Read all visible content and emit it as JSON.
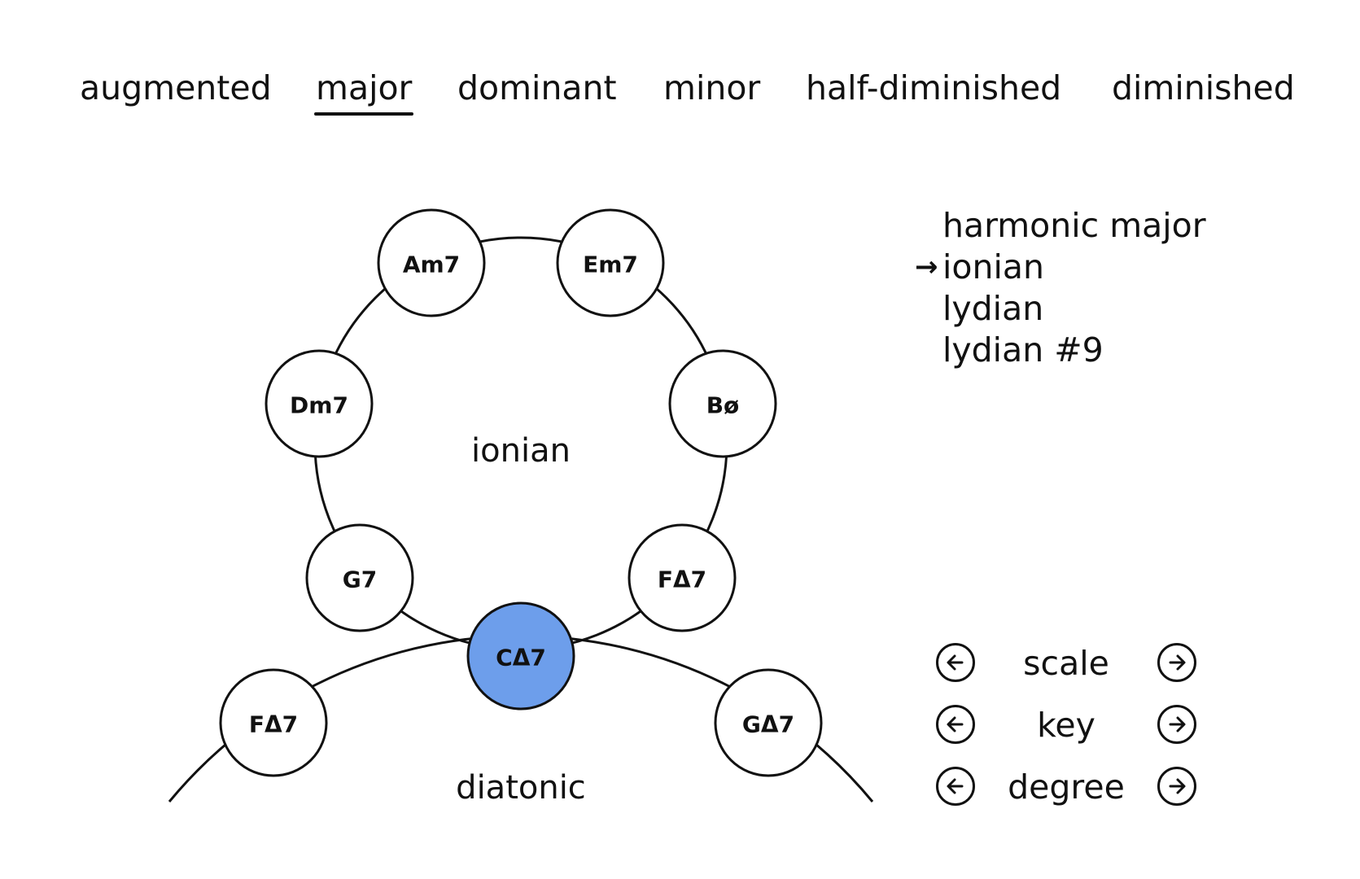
{
  "tabs": [
    {
      "label": "augmented",
      "active": false
    },
    {
      "label": "major",
      "active": true
    },
    {
      "label": "dominant",
      "active": false
    },
    {
      "label": "minor",
      "active": false
    },
    {
      "label": "half-diminished",
      "active": false
    },
    {
      "label": "diminished",
      "active": false
    }
  ],
  "wheel": {
    "mode_label": "ionian",
    "mode_nodes": [
      "Am7",
      "Em7",
      "Bø",
      "FΔ7",
      "CΔ7",
      "G7",
      "Dm7"
    ],
    "selected_chord": "CΔ7",
    "neighbor_label": "diatonic",
    "neighbor_nodes": [
      "FΔ7",
      "GΔ7"
    ]
  },
  "scale_list": {
    "items": [
      "harmonic major",
      "ionian",
      "lydian",
      "lydian #9"
    ],
    "current_index": 1,
    "current_marker": "→"
  },
  "controls": {
    "rows": [
      {
        "label": "scale",
        "prev_icon": "arrow-left-circle-icon",
        "next_icon": "arrow-right-circle-icon"
      },
      {
        "label": "key",
        "prev_icon": "arrow-left-circle-icon",
        "next_icon": "arrow-right-circle-icon"
      },
      {
        "label": "degree",
        "prev_icon": "arrow-left-circle-icon",
        "next_icon": "arrow-right-circle-icon"
      }
    ]
  },
  "colors": {
    "selected_fill": "#6d9eeb",
    "stroke": "#111111",
    "background": "#ffffff"
  }
}
